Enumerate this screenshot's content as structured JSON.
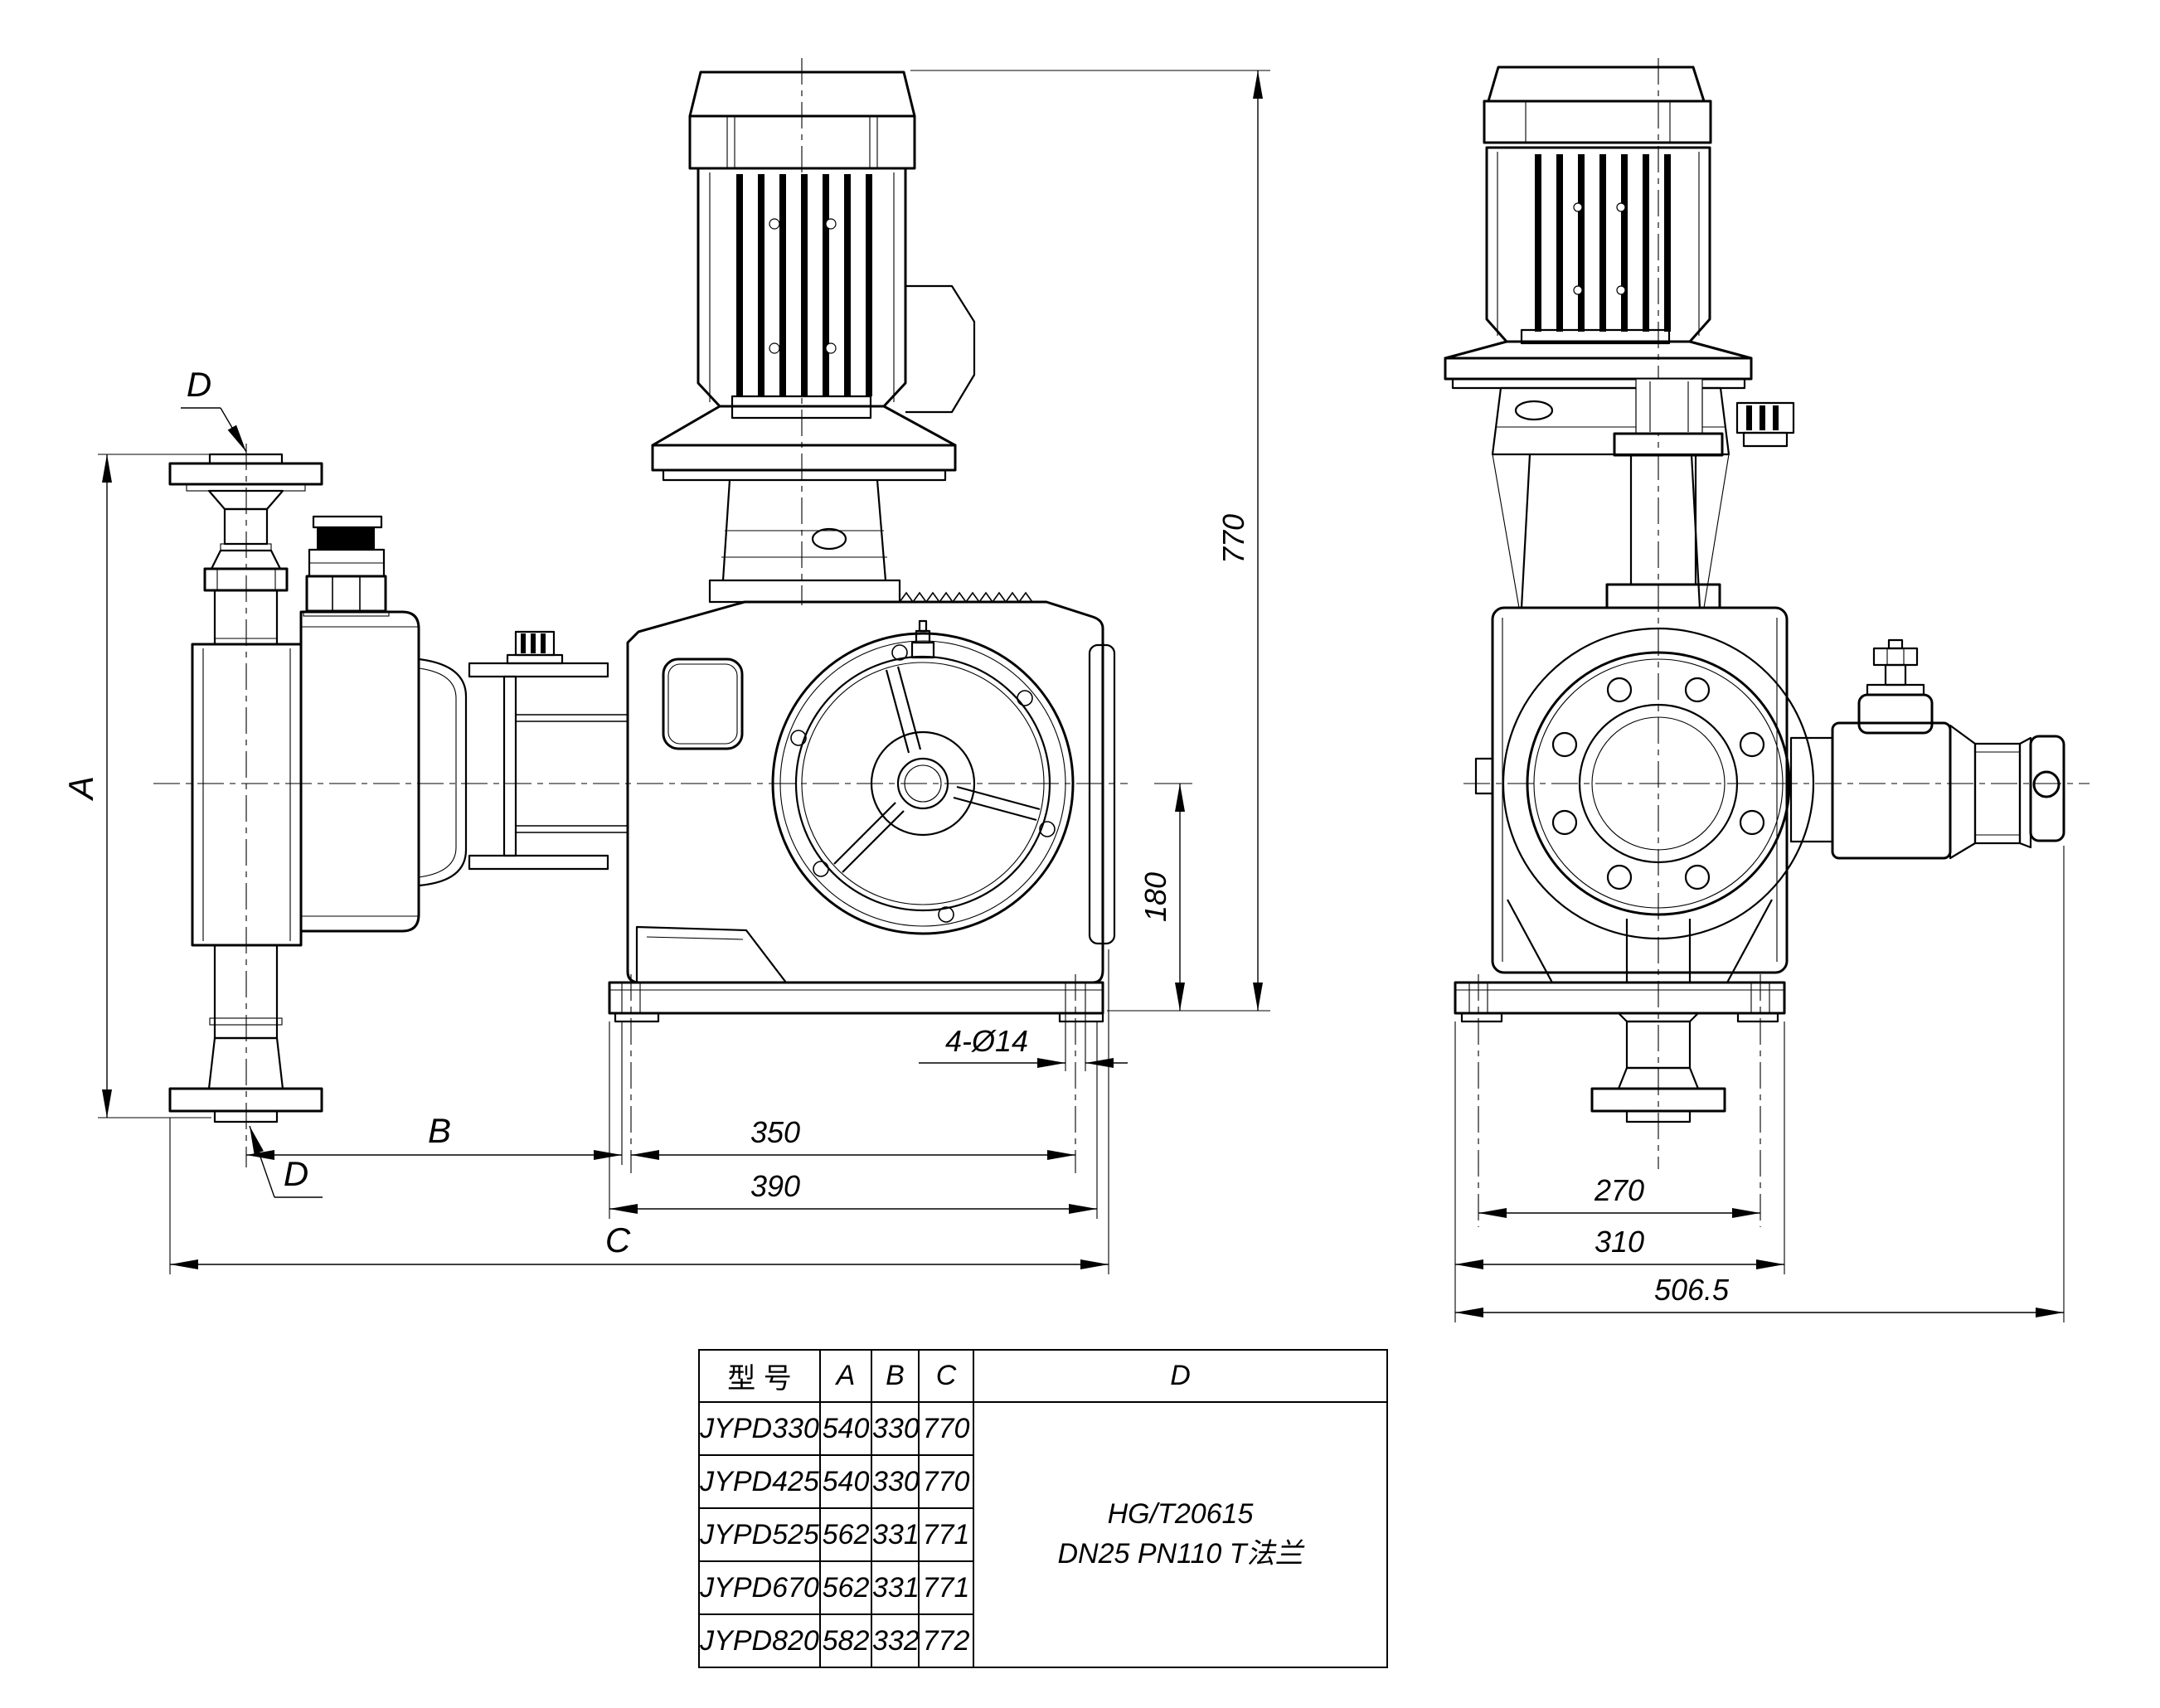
{
  "drawing": {
    "line_color": "#000000",
    "background": "#ffffff",
    "left_view": {
      "dim_a": "A",
      "dim_b": "B",
      "dim_c": "C",
      "dim_d_top": "D",
      "dim_d_bottom": "D",
      "dim_total_height": "770",
      "dim_base_to_center": "180",
      "dim_foot_holes": "4-Ø14",
      "dim_foot_span": "350",
      "dim_base_width": "390"
    },
    "right_view": {
      "dim_foot_span": "270",
      "dim_base_width": "310",
      "dim_total_length": "506.5"
    }
  },
  "table": {
    "headers": [
      "型 号",
      "A",
      "B",
      "C",
      "D"
    ],
    "rows": [
      [
        "JYPD330",
        "540",
        "330",
        "770"
      ],
      [
        "JYPD425",
        "540",
        "330",
        "770"
      ],
      [
        "JYPD525",
        "562",
        "331",
        "771"
      ],
      [
        "JYPD670",
        "562",
        "331",
        "771"
      ],
      [
        "JYPD820",
        "582",
        "332",
        "772"
      ]
    ],
    "d_spec_lines": [
      "HG/T20615",
      "DN25 PN110 T法兰"
    ]
  }
}
